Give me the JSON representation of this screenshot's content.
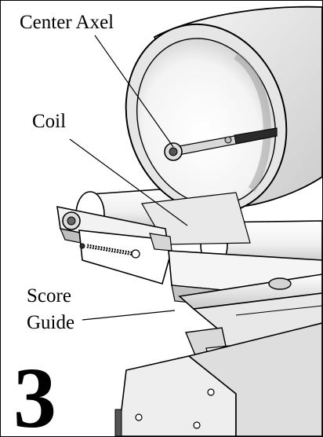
{
  "labels": {
    "center_axel": "Center Axel",
    "coil": "Coil",
    "score_guide_line1": "Score",
    "score_guide_line2": "Guide"
  },
  "step_number": "3",
  "colors": {
    "line": "#000000",
    "background": "#ffffff",
    "light_shade": "#f2f2f2",
    "mid_shade": "#cfcfcf",
    "dark_shade": "#8a8a8a"
  }
}
